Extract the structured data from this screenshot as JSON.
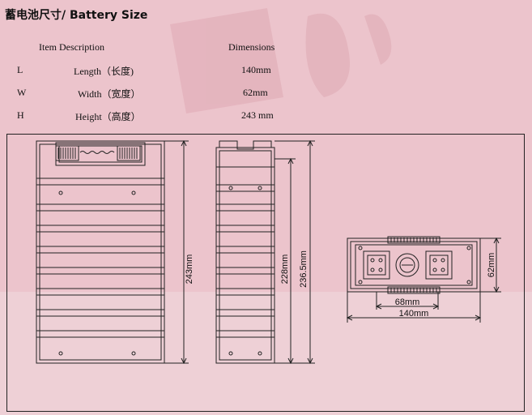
{
  "title": "蓄电池尺寸/ Battery Size",
  "table": {
    "headers": {
      "description": "Item Description",
      "dimensions": "Dimensions"
    },
    "rows": [
      {
        "code": "L",
        "description": "Length（长度)",
        "value": "140mm"
      },
      {
        "code": "W",
        "description": "Width（宽度）",
        "value": "62mm"
      },
      {
        "code": "H",
        "description": "Height（高度）",
        "value": "243 mm"
      }
    ]
  },
  "drawing": {
    "front_height": "243mm",
    "side_height_inner": "228mm",
    "side_height_outer": "236.5mm",
    "top_width": "62mm",
    "top_terminal_spacing": "68mm",
    "top_length": "140mm"
  },
  "colors": {
    "background": "#ecc4cc",
    "line": "#222222",
    "watermark": "#e3b2bb"
  }
}
